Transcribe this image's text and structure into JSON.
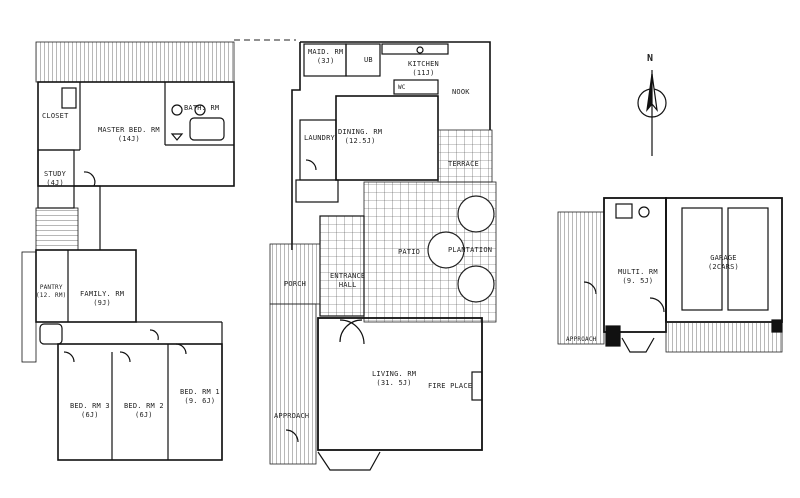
{
  "compass": {
    "north": "N"
  },
  "rooms": {
    "maid_rm": {
      "name": "MAID. RM",
      "size": "(3J)"
    },
    "ub": {
      "name": "UB"
    },
    "kitchen": {
      "name": "KITCHEN",
      "size": "(11J)"
    },
    "nook": {
      "name": "NOOK"
    },
    "wc_top": {
      "name": "WC"
    },
    "bath_rm": {
      "name": "BATH. RM"
    },
    "closet": {
      "name": "CLOSET"
    },
    "master_bed": {
      "name": "MASTER BED. RM",
      "size": "(14J)"
    },
    "study": {
      "name": "STUDY",
      "size": "(4J)"
    },
    "laundry": {
      "name": "LAUNDRY"
    },
    "dining": {
      "name": "DINING. RM",
      "size": "(12.5J)"
    },
    "terrace": {
      "name": "TERRACE"
    },
    "patio": {
      "name": "PATIO"
    },
    "plantation": {
      "name": "PLANTATION"
    },
    "entrance_hall": {
      "name": "ENTRANCE",
      "size": "HALL"
    },
    "porch": {
      "name": "PORCH"
    },
    "family": {
      "name": "FAMILY. RM",
      "size": "(9J)"
    },
    "pantry": {
      "name": "PANTRY",
      "size": "(12. RM)"
    },
    "bed3": {
      "name": "BED. RM 3",
      "size": "(6J)"
    },
    "bed2": {
      "name": "BED. RM 2",
      "size": "(6J)"
    },
    "bed1": {
      "name": "BED. RM 1",
      "size": "(9. 6J)"
    },
    "living": {
      "name": "LIVING. RM",
      "size": "(31. 5J)"
    },
    "fire_place": {
      "name": "FIRE PLACE"
    },
    "approach_main": {
      "name": "APPROACH"
    },
    "multi_rm": {
      "name": "MULTI. RM",
      "size": "(9. 5J)"
    },
    "garage": {
      "name": "GARAGE",
      "size": "(2CARS)"
    },
    "approach_garage": {
      "name": "APPROACH"
    }
  }
}
